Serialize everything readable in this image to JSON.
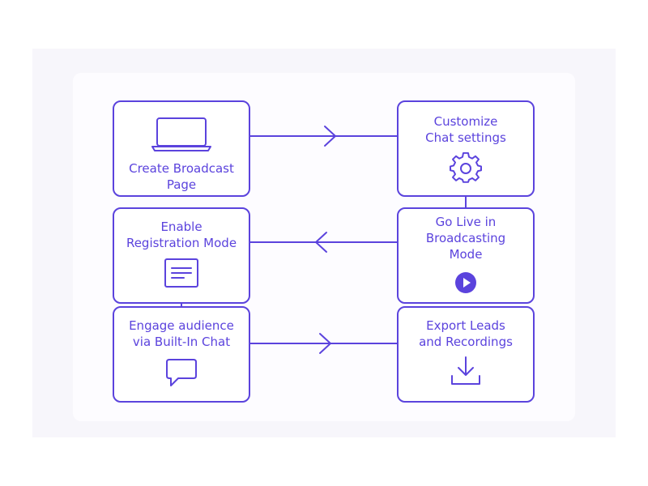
{
  "colors": {
    "accent": "#5b43dd",
    "outer_background": "#f7f6fb",
    "card_background": "#fdfcff"
  },
  "steps": [
    {
      "label": "Create Broadcast\nPage",
      "icon": "laptop-icon"
    },
    {
      "label": "Customize\nChat settings",
      "icon": "gear-icon"
    },
    {
      "label": "Go Live in\nBroadcasting\nMode",
      "icon": "play-icon"
    },
    {
      "label": "Enable\nRegistration Mode",
      "icon": "form-icon"
    },
    {
      "label": "Engage audience\nvia Built-In Chat",
      "icon": "chat-bubble-icon"
    },
    {
      "label": "Export Leads\nand Recordings",
      "icon": "download-icon"
    }
  ]
}
